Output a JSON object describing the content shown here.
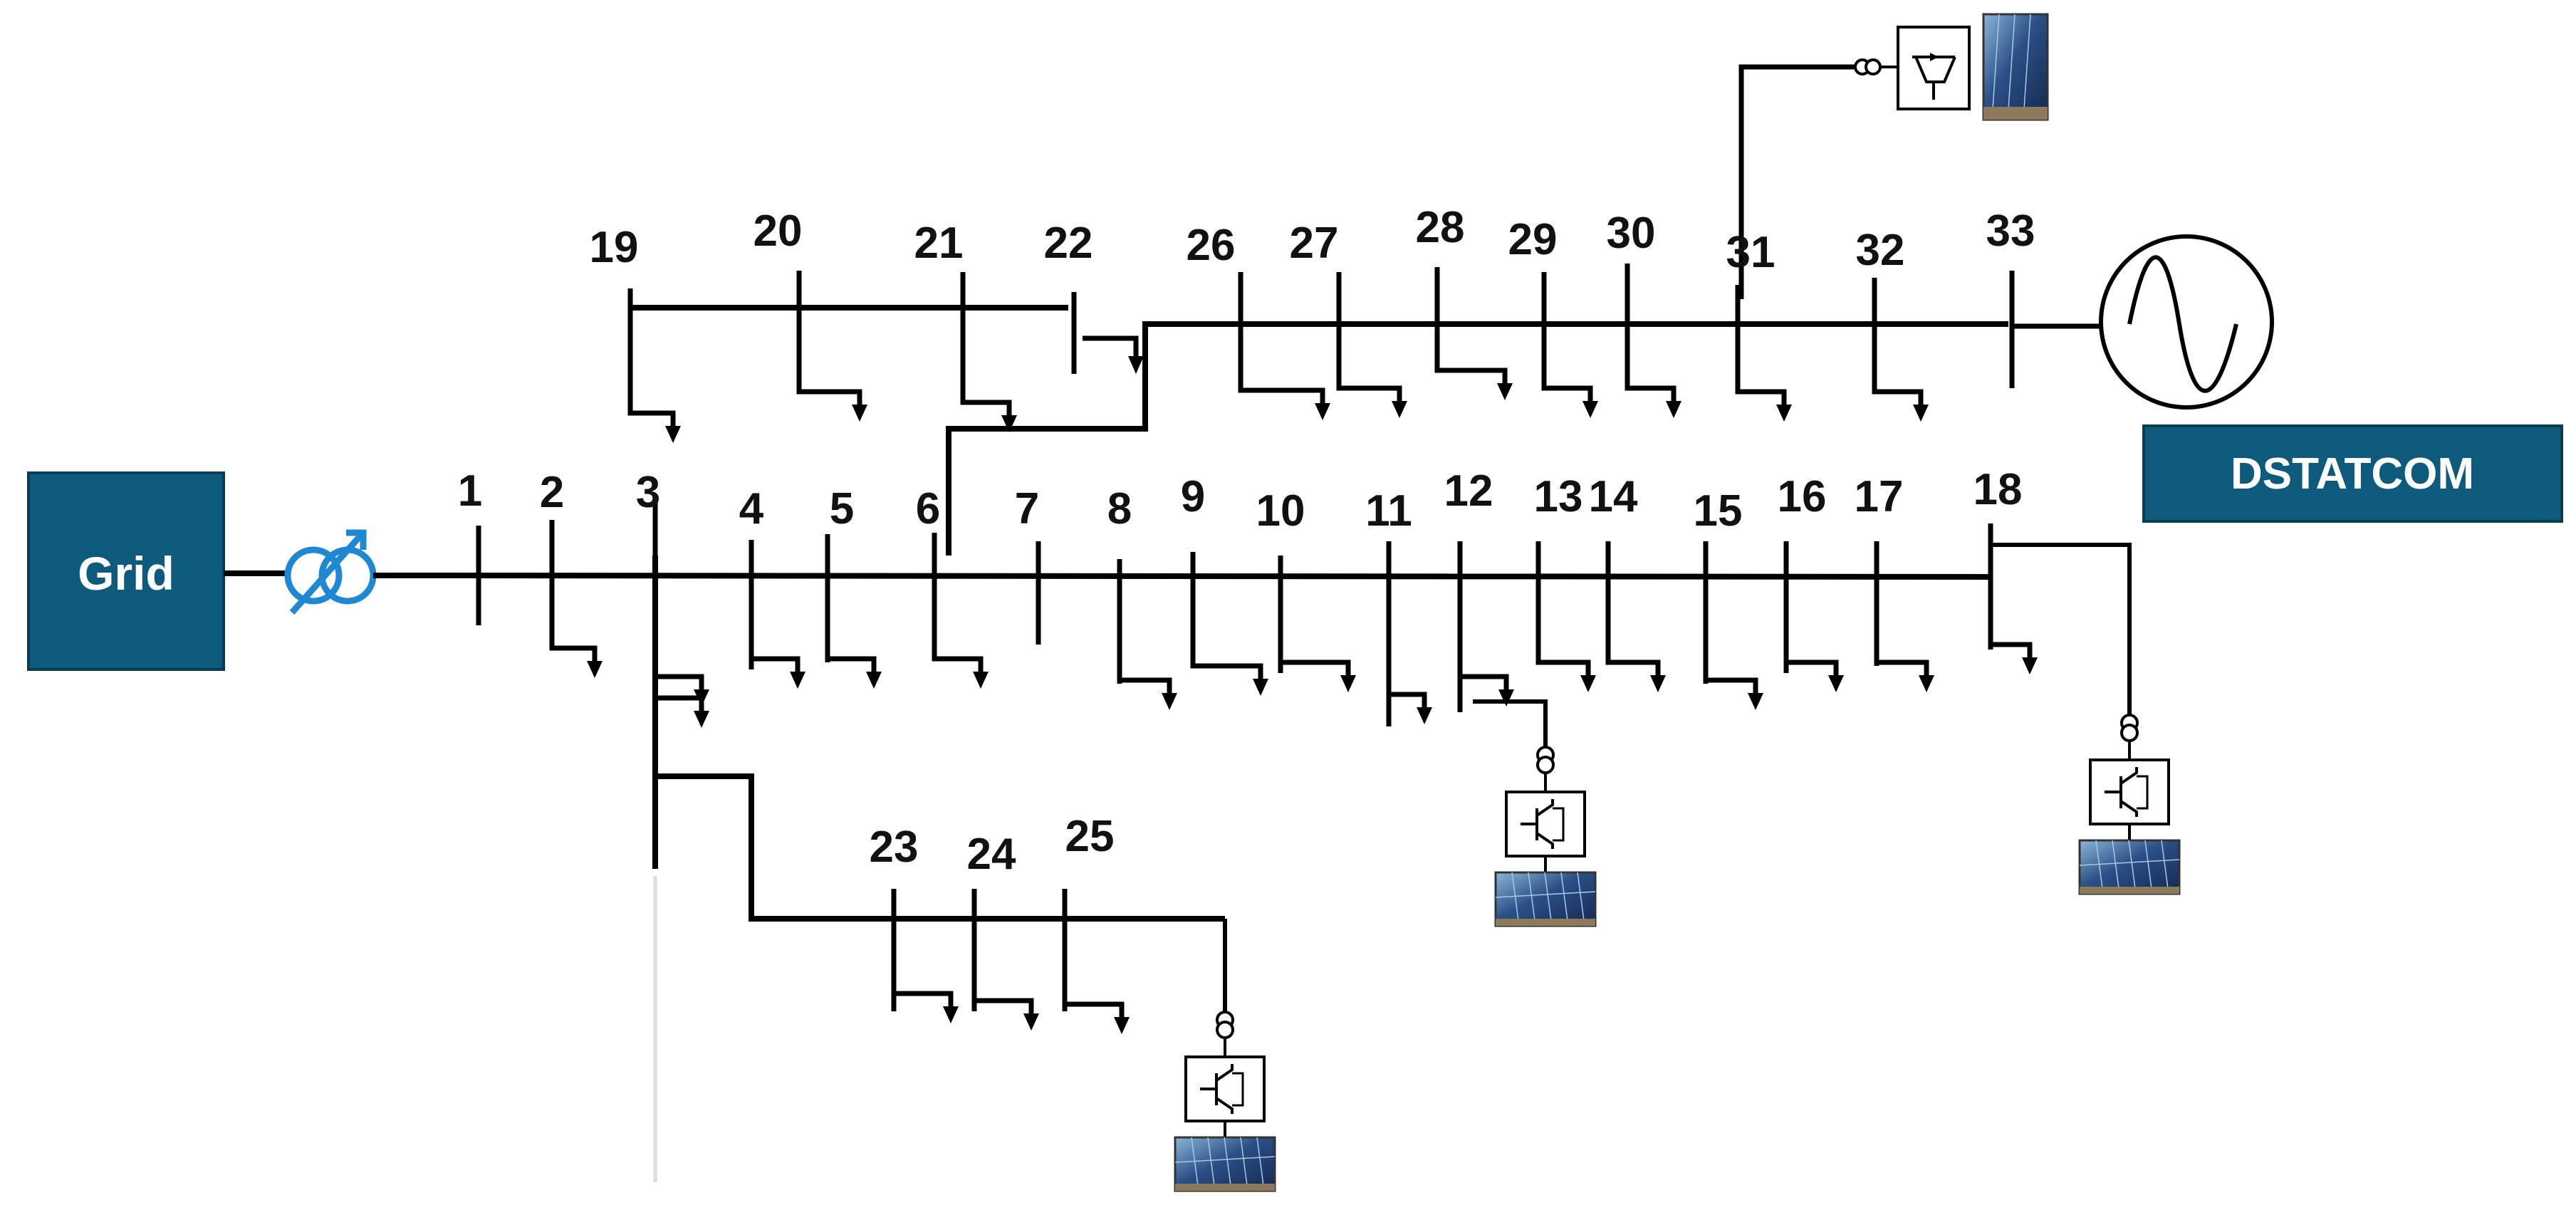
{
  "grid": {
    "label": "Grid"
  },
  "dstatcom": {
    "label": "DSTATCOM"
  },
  "buses": [
    "1",
    "2",
    "3",
    "4",
    "5",
    "6",
    "7",
    "8",
    "9",
    "10",
    "11",
    "12",
    "13",
    "14",
    "15",
    "16",
    "17",
    "18",
    "19",
    "20",
    "21",
    "22",
    "23",
    "24",
    "25",
    "26",
    "27",
    "28",
    "29",
    "30",
    "31",
    "32",
    "33"
  ],
  "colors": {
    "box": "#0e5a7c",
    "transformer": "#1e88d2",
    "line": "#000000"
  },
  "icons": [
    "transformer-icon",
    "load-arrow-icon",
    "inverter-icon",
    "solar-panel-icon",
    "ac-source-icon"
  ]
}
